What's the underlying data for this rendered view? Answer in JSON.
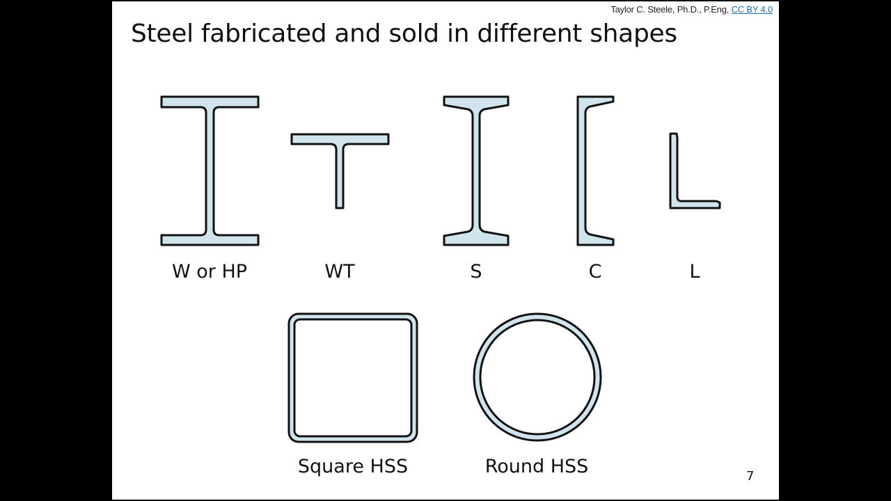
{
  "credit": {
    "author": "Taylor C. Steele, Ph.D., P.Eng,",
    "license": "CC BY 4.0"
  },
  "title": "Steel fabricated and sold in different shapes",
  "shapes": {
    "w_or_hp": "W or HP",
    "wt": "WT",
    "s": "S",
    "c": "C",
    "l": "L",
    "square_hss": "Square HSS",
    "round_hss": "Round HSS"
  },
  "page_number": "7",
  "colors": {
    "steel_fill": "#cfe4ec",
    "outline": "#111111",
    "license_link": "#1a6fc0"
  }
}
